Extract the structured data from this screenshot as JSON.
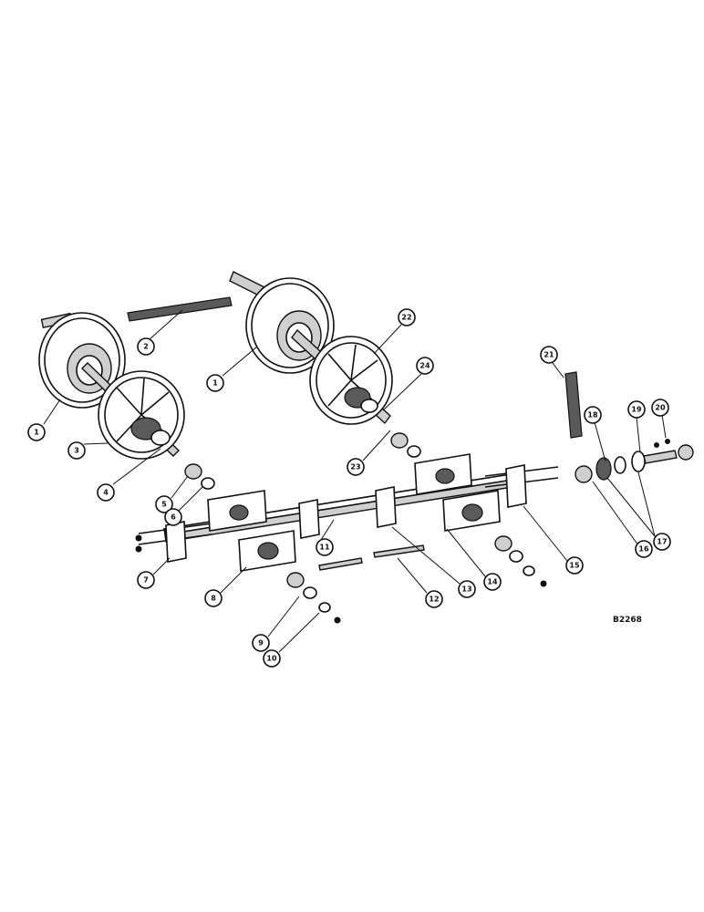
{
  "diagram": {
    "figure_code": "B2268",
    "callouts": [
      {
        "id": "c1a",
        "label": "1"
      },
      {
        "id": "c1b",
        "label": "1"
      },
      {
        "id": "c2",
        "label": "2"
      },
      {
        "id": "c3",
        "label": "3"
      },
      {
        "id": "c4",
        "label": "4"
      },
      {
        "id": "c5",
        "label": "5"
      },
      {
        "id": "c6",
        "label": "6"
      },
      {
        "id": "c7",
        "label": "7"
      },
      {
        "id": "c8",
        "label": "8"
      },
      {
        "id": "c9",
        "label": "9"
      },
      {
        "id": "c10",
        "label": "10"
      },
      {
        "id": "c11",
        "label": "11"
      },
      {
        "id": "c12",
        "label": "12"
      },
      {
        "id": "c13",
        "label": "13"
      },
      {
        "id": "c14",
        "label": "14"
      },
      {
        "id": "c15",
        "label": "15"
      },
      {
        "id": "c16",
        "label": "16"
      },
      {
        "id": "c17",
        "label": "17"
      },
      {
        "id": "c18",
        "label": "18"
      },
      {
        "id": "c19",
        "label": "19"
      },
      {
        "id": "c20",
        "label": "20"
      },
      {
        "id": "c21",
        "label": "21"
      },
      {
        "id": "c22",
        "label": "22"
      },
      {
        "id": "c23",
        "label": "23"
      },
      {
        "id": "c24",
        "label": "24"
      }
    ]
  }
}
